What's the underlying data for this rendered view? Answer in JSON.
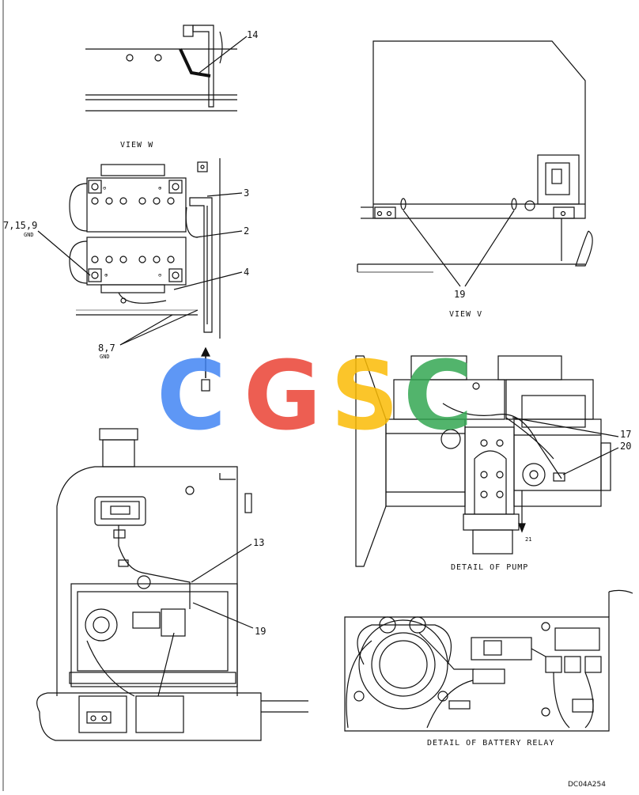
{
  "views": {
    "view_w": {
      "caption": "VIEW W",
      "callouts": [
        "14"
      ]
    },
    "battery": {
      "callouts": [
        "3",
        "2",
        "4",
        "7,15,9",
        "8,7"
      ],
      "gnd": "GND",
      "gnd2": "GND"
    },
    "view_v": {
      "caption": "VIEW V",
      "callouts": [
        "19"
      ]
    },
    "pump": {
      "caption": "DETAIL OF PUMP",
      "callouts": [
        "17",
        "20"
      ],
      "wire_tag": "21"
    },
    "console": {
      "callouts": [
        "13",
        "19"
      ]
    },
    "relay": {
      "caption": "DETAIL OF BATTERY RELAY"
    }
  },
  "watermark": {
    "letters": [
      "C",
      "G",
      "S",
      "C"
    ],
    "colors": [
      "#4285f4",
      "#ea4335",
      "#fbbc05",
      "#34a853"
    ]
  },
  "drawing_code": "DC04A254"
}
